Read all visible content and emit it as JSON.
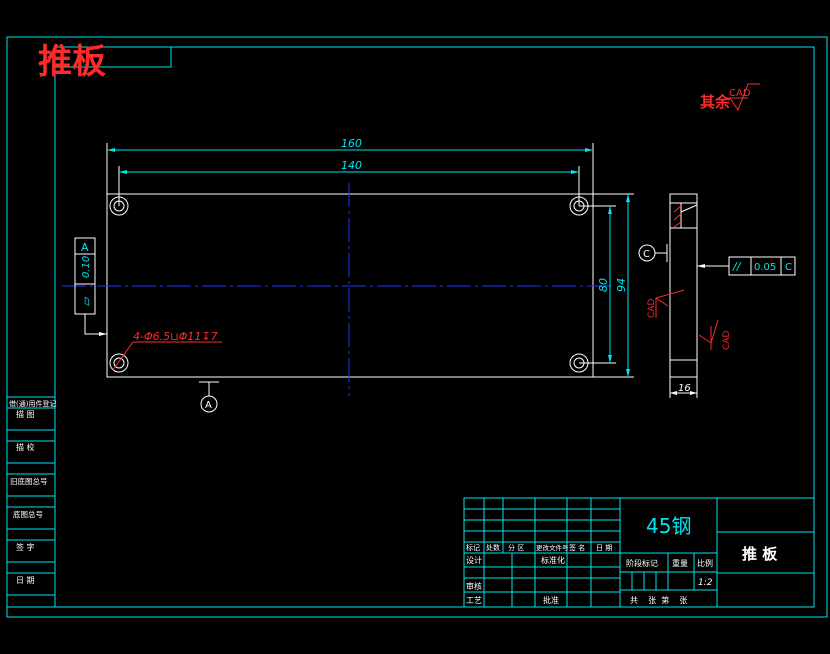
{
  "drawing": {
    "title_large": "推板",
    "roughness_note": "其余",
    "roughness_symbol": "CAD"
  },
  "front_view": {
    "dim_overall_width": "160",
    "dim_hole_spacing_x": "140",
    "dim_hole_spacing_y": "80",
    "dim_overall_height": "94",
    "hole_callout": "4-Φ6.5⊔Φ11↧7",
    "flatness_tolerance": "0.10",
    "flatness_datum": "A",
    "flatness_symbol": "⏥",
    "datum_label": "A"
  },
  "side_view": {
    "datum_label": "C",
    "parallel_symbol": "//",
    "parallel_tolerance": "0.05",
    "parallel_datum": "C",
    "roughness_1": "CAD",
    "roughness_2": "CAD",
    "dim_thickness": "16"
  },
  "left_strip": {
    "labels": [
      "借(通)用件登记",
      "描  图",
      "描  校",
      "旧底图总号",
      "底图总号",
      "签  字",
      "日  期"
    ]
  },
  "title_block": {
    "material": "45钢",
    "part_name": "推  板",
    "header_labels": [
      "标记",
      "处数",
      "分 区",
      "更改文件号",
      "签 名",
      "日 期"
    ],
    "row_design": "设计",
    "row_standard": "标准化",
    "row_review": "审核",
    "row_process": "工艺",
    "row_approve": "批准",
    "stage_label": "阶段标记",
    "weight_label": "重量",
    "scale_label": "比例",
    "scale_value": "1:2",
    "sheets_label": "共    张  第    张"
  }
}
